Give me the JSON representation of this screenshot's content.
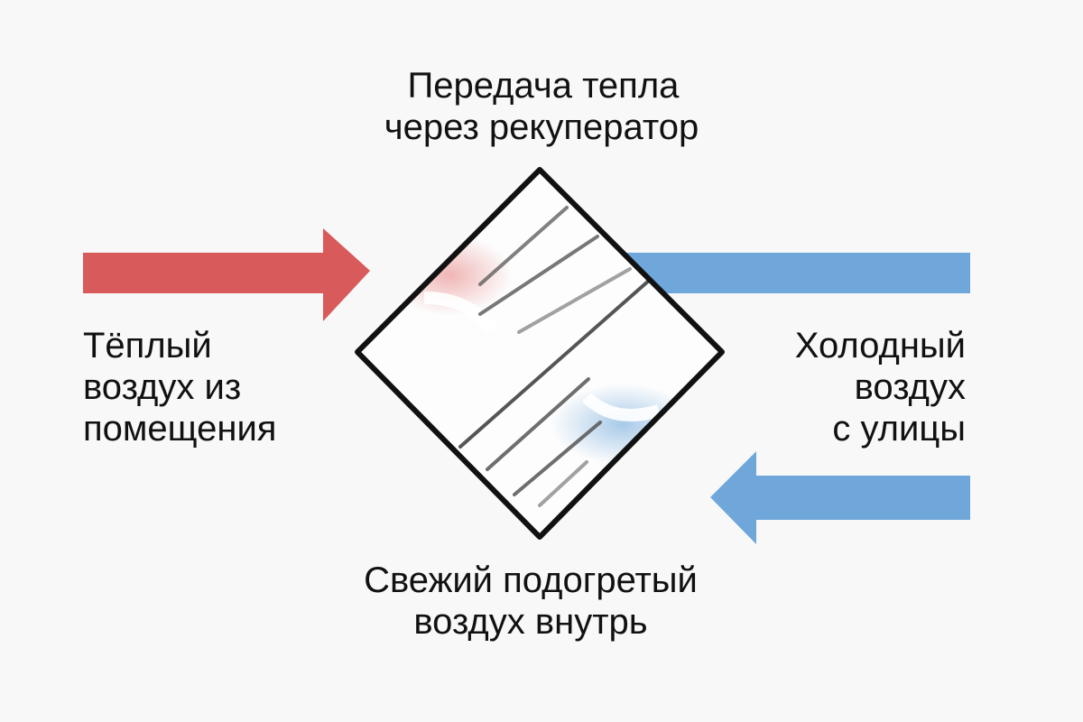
{
  "title": {
    "lines": [
      "Передача тепла",
      "через рекуператор"
    ]
  },
  "warm_air": {
    "lines": [
      "Тёплый",
      "воздух из",
      "помещения"
    ],
    "color": "#d95a5a",
    "arrow_direction": "right"
  },
  "cold_air": {
    "lines": [
      "Холодный",
      "воздух",
      "с улицы"
    ],
    "color": "#6fa7db",
    "arrow_direction": "left"
  },
  "fresh_air": {
    "lines": [
      "Свежий подогретый",
      "воздух внутрь"
    ]
  },
  "exchanger": {
    "shape": "diamond",
    "outline_color": "#111111",
    "plate_color": "#555555"
  }
}
